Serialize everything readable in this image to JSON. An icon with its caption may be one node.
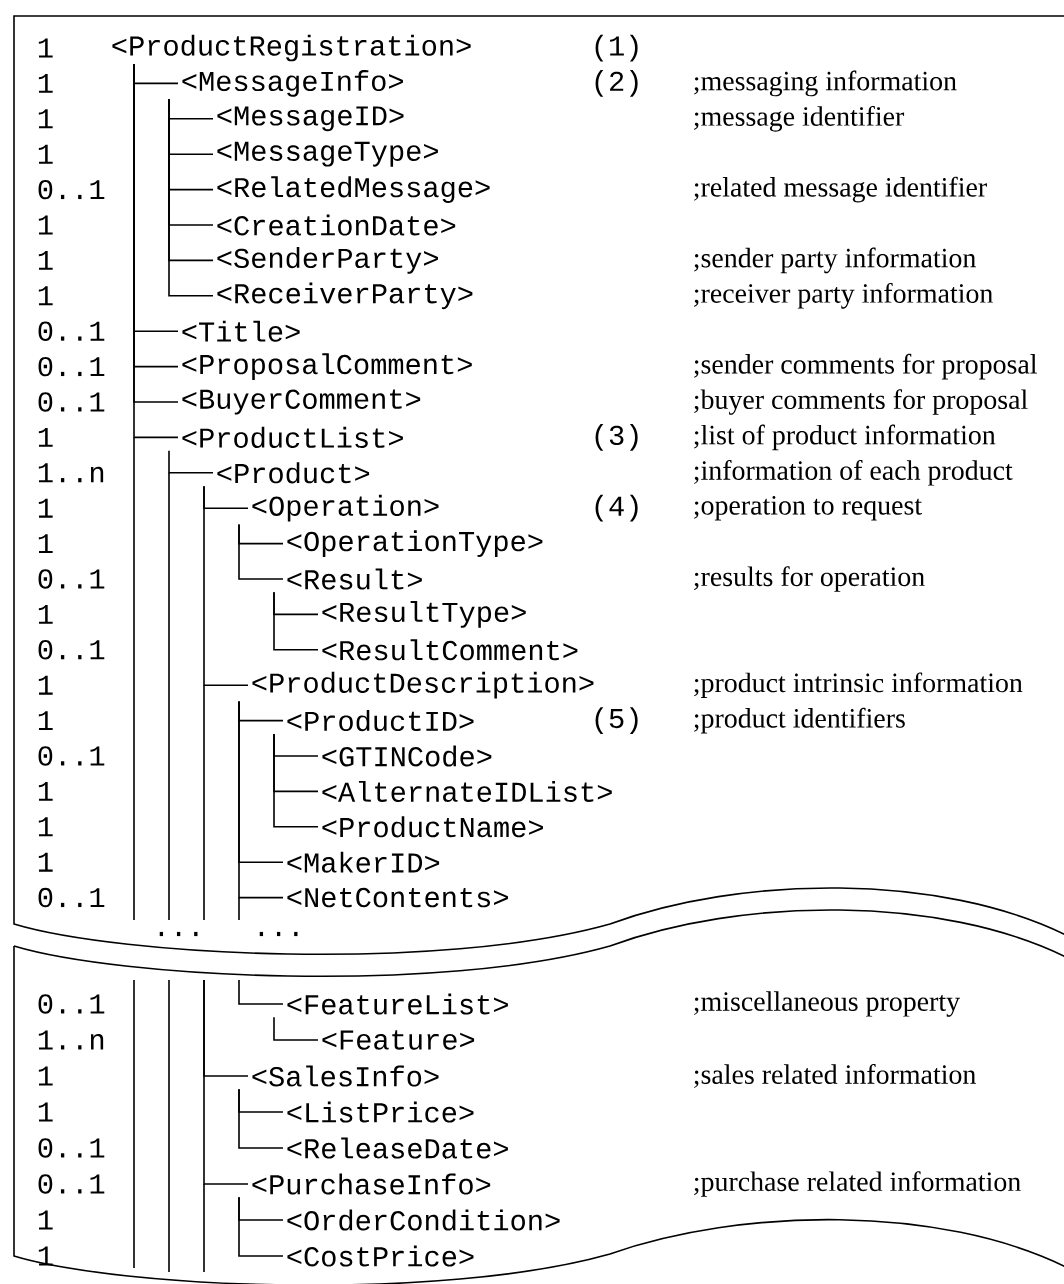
{
  "diagram": {
    "nodes": [
      {
        "text": [
          "<ProductRegistration>"
        ]
      },
      {
        "text": [
          "<MessageInfo>"
        ]
      },
      {
        "text": [
          "<MessageID>"
        ]
      },
      {
        "text": [
          "<MessageType>"
        ]
      },
      {
        "text": [
          "<RelatedMessage>"
        ]
      },
      {
        "text": [
          "<CreationDate>"
        ]
      },
      {
        "text": [
          "<SenderParty>"
        ]
      },
      {
        "text": [
          "<ReceiverParty>"
        ]
      },
      {
        "text": [
          "<Title>"
        ]
      },
      {
        "text": [
          "<ProposalComment>"
        ]
      },
      {
        "text": [
          "<BuyerComment>"
        ]
      },
      {
        "text": [
          "<ProductList>"
        ]
      },
      {
        "text": [
          "<Product>"
        ]
      },
      {
        "text": [
          "<Operation>"
        ]
      },
      {
        "text": [
          "<OperationType>"
        ]
      },
      {
        "text": [
          "<Result>"
        ]
      },
      {
        "text": [
          "<ResultType>"
        ]
      },
      {
        "text": [
          "<ResultComment>"
        ]
      },
      {
        "text": [
          "<ProductDescription>"
        ]
      },
      {
        "text": [
          "<ProductID>"
        ]
      },
      {
        "text": [
          "<GTINCode>"
        ]
      },
      {
        "text": [
          "<AlternateIDList>"
        ]
      },
      {
        "text": [
          "<ProductName>"
        ]
      },
      {
        "text": [
          "<MakerID>"
        ]
      },
      {
        "text": [
          "<NetContents>"
        ]
      },
      {
        "text": [
          "<FeatureList>"
        ]
      },
      {
        "text": [
          "<Feature>"
        ]
      },
      {
        "text": [
          "<SalesInfo>"
        ]
      },
      {
        "text": [
          "<ListPrice>"
        ]
      },
      {
        "text": [
          "<ReleaseDate>"
        ]
      },
      {
        "text": [
          "<PurchaseInfo>"
        ]
      },
      {
        "text": [
          "<OrderCondition>"
        ]
      },
      {
        "text": [
          "<CostPrice>"
        ]
      }
    ],
    "edges": [
      {
        "from": 0,
        "to": 1,
        "arrow": "none"
      },
      {
        "from": 1,
        "to": 2,
        "arrow": "none"
      },
      {
        "from": 1,
        "to": 3,
        "arrow": "none"
      },
      {
        "from": 1,
        "to": 4,
        "arrow": "none"
      },
      {
        "from": 1,
        "to": 5,
        "arrow": "none"
      },
      {
        "from": 1,
        "to": 6,
        "arrow": "none"
      },
      {
        "from": 1,
        "to": 7,
        "arrow": "none"
      },
      {
        "from": 0,
        "to": 8,
        "arrow": "none"
      },
      {
        "from": 0,
        "to": 9,
        "arrow": "none"
      },
      {
        "from": 0,
        "to": 10,
        "arrow": "none"
      },
      {
        "from": 0,
        "to": 11,
        "arrow": "none"
      },
      {
        "from": 11,
        "to": 12,
        "arrow": "none"
      },
      {
        "from": 12,
        "to": 13,
        "arrow": "none"
      },
      {
        "from": 13,
        "to": 14,
        "arrow": "none"
      },
      {
        "from": 13,
        "to": 15,
        "arrow": "none"
      },
      {
        "from": 15,
        "to": 16,
        "arrow": "none"
      },
      {
        "from": 15,
        "to": 17,
        "arrow": "none"
      },
      {
        "from": 12,
        "to": 18,
        "arrow": "none"
      },
      {
        "from": 18,
        "to": 19,
        "arrow": "none"
      },
      {
        "from": 19,
        "to": 20,
        "arrow": "none"
      },
      {
        "from": 19,
        "to": 21,
        "arrow": "none"
      },
      {
        "from": 19,
        "to": 22,
        "arrow": "none"
      },
      {
        "from": 18,
        "to": 23,
        "arrow": "none"
      },
      {
        "from": 18,
        "to": 24,
        "arrow": "none"
      },
      {
        "from": null,
        "to": 25,
        "arrow": "none"
      },
      {
        "from": 25,
        "to": 26,
        "arrow": "none"
      },
      {
        "from": null,
        "to": 27,
        "arrow": "none"
      },
      {
        "from": 27,
        "to": 28,
        "arrow": "none"
      },
      {
        "from": 27,
        "to": 29,
        "arrow": "none"
      },
      {
        "from": null,
        "to": 30,
        "arrow": "none"
      },
      {
        "from": 30,
        "to": 31,
        "arrow": "none"
      },
      {
        "from": 30,
        "to": 32,
        "arrow": "none"
      }
    ],
    "labels": [
      "1",
      "(1)",
      "1",
      "(2)",
      ";messaging information",
      "1",
      ";message identifier",
      "1",
      "0..1",
      ";related message identifier",
      "1",
      "1",
      ";sender party information",
      "1",
      ";receiver party information",
      "0..1",
      "0..1",
      ";sender comments for proposal",
      "0..1",
      ";buyer comments for proposal",
      "1",
      "(3)",
      ";list of product information",
      "1..n",
      ";information of each product",
      "1",
      "(4)",
      ";operation to request",
      "1",
      "0..1",
      ";results for operation",
      "1",
      "0..1",
      "1",
      ";product intrinsic information",
      "1",
      "(5)",
      ";product identifiers",
      "0..1",
      "1",
      "1",
      "1",
      "0..1",
      "...",
      "...",
      "0..1",
      ";miscellaneous property",
      "1..n",
      "1",
      ";sales related information",
      "1",
      "0..1",
      "0..1",
      ";purchase related information",
      "1",
      "1"
    ]
  }
}
